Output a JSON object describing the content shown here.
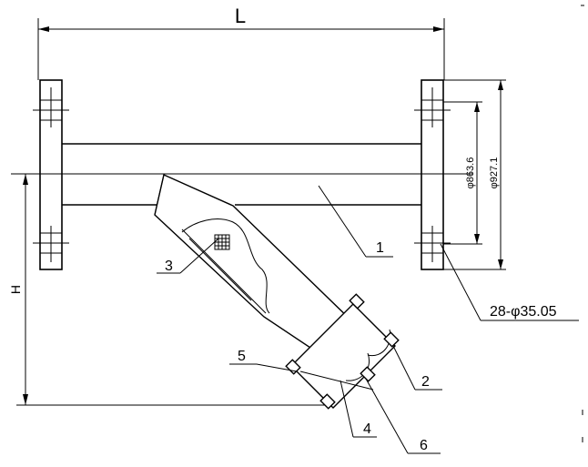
{
  "drawing": {
    "dimensions": {
      "length_label": "L",
      "height_label": "H",
      "inner_diameter_label": "φ863.6",
      "outer_diameter_label": "φ927.1",
      "bolt_holes_label": "28-φ35.05"
    },
    "part_labels": [
      "1",
      "2",
      "3",
      "4",
      "5",
      "6"
    ]
  }
}
